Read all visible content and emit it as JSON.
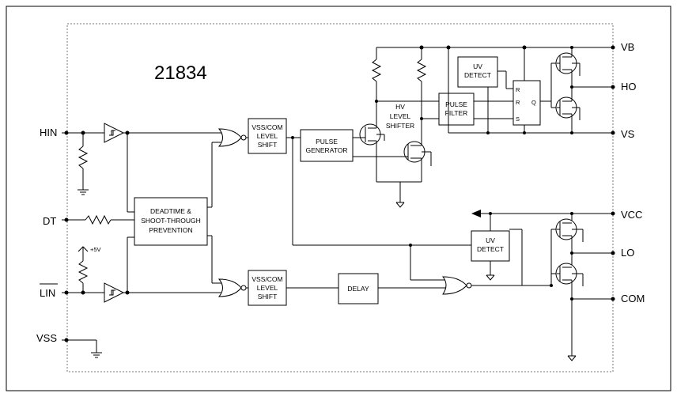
{
  "part_number": "21834",
  "pins": {
    "hin": "HIN",
    "dt": "DT",
    "lin": "LIN",
    "vss": "VSS",
    "vb": "VB",
    "ho": "HO",
    "vs": "VS",
    "vcc": "VCC",
    "lo": "LO",
    "com": "COM"
  },
  "blocks": {
    "level_shift_high": [
      "VSS/COM",
      "LEVEL",
      "SHIFT"
    ],
    "level_shift_low": [
      "VSS/COM",
      "LEVEL",
      "SHIFT"
    ],
    "pulse_generator": [
      "PULSE",
      "GENERATOR"
    ],
    "hv_level_shifter": [
      "HV",
      "LEVEL",
      "SHIFTER"
    ],
    "pulse_filter": [
      "PULSE",
      "FILTER"
    ],
    "uv_detect_high": [
      "UV",
      "DETECT"
    ],
    "uv_detect_low": [
      "UV",
      "DETECT"
    ],
    "deadtime": [
      "DEADTIME &",
      "SHOOT-THROUGH",
      "PREVENTION"
    ],
    "delay": [
      "DELAY"
    ]
  },
  "flipflop": {
    "r1": "R",
    "r2": "R",
    "s": "S",
    "q": "Q"
  },
  "supply_label": "+5V"
}
